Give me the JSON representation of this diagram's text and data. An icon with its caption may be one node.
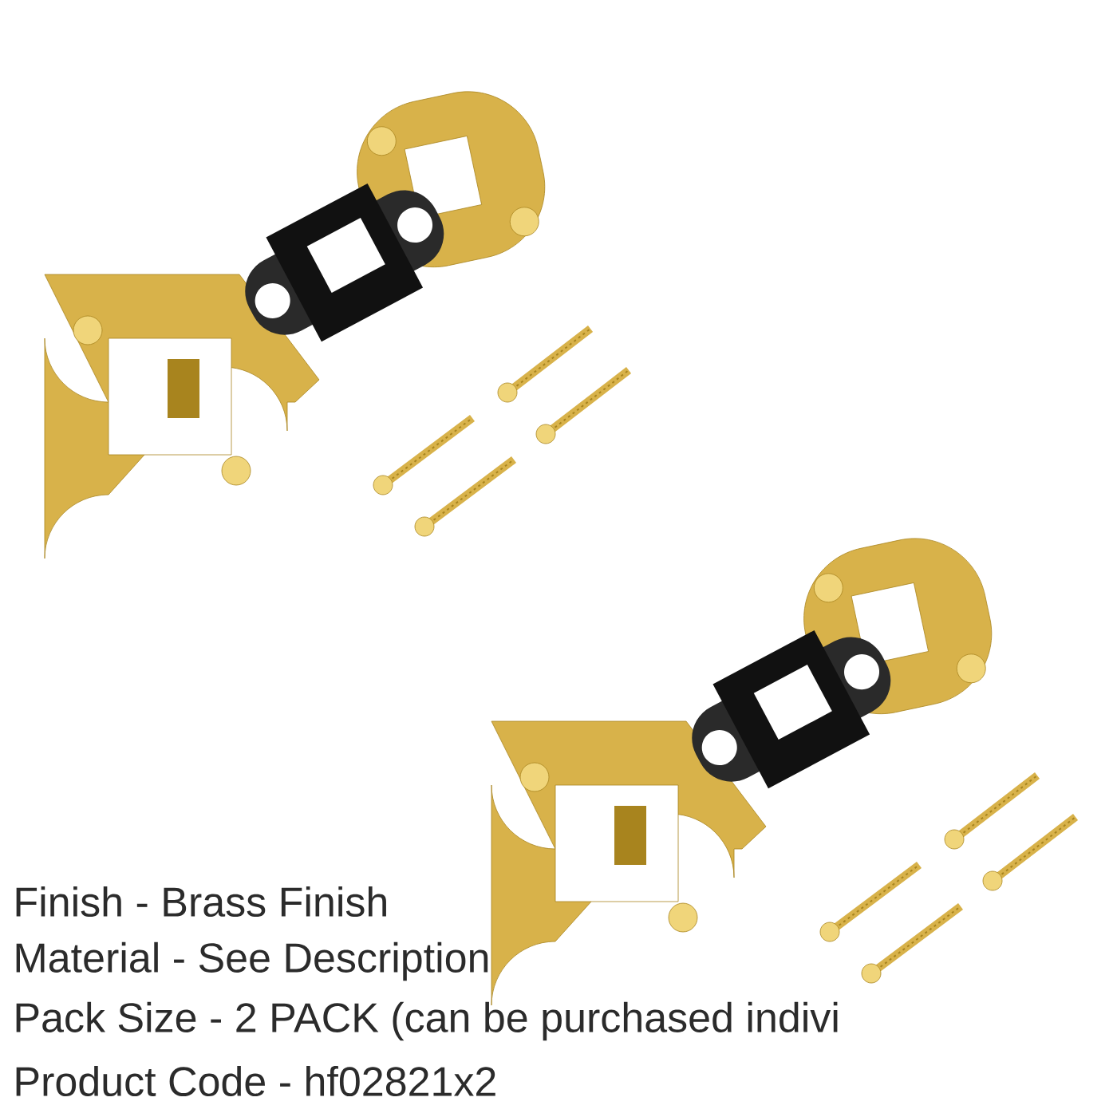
{
  "diagram": {
    "labels": [
      "Finish - Brass Finish",
      "Material - See Description",
      "Pack Size - 2 PACK (can be purchased indivi",
      "Product Code - hf02821x2"
    ]
  }
}
